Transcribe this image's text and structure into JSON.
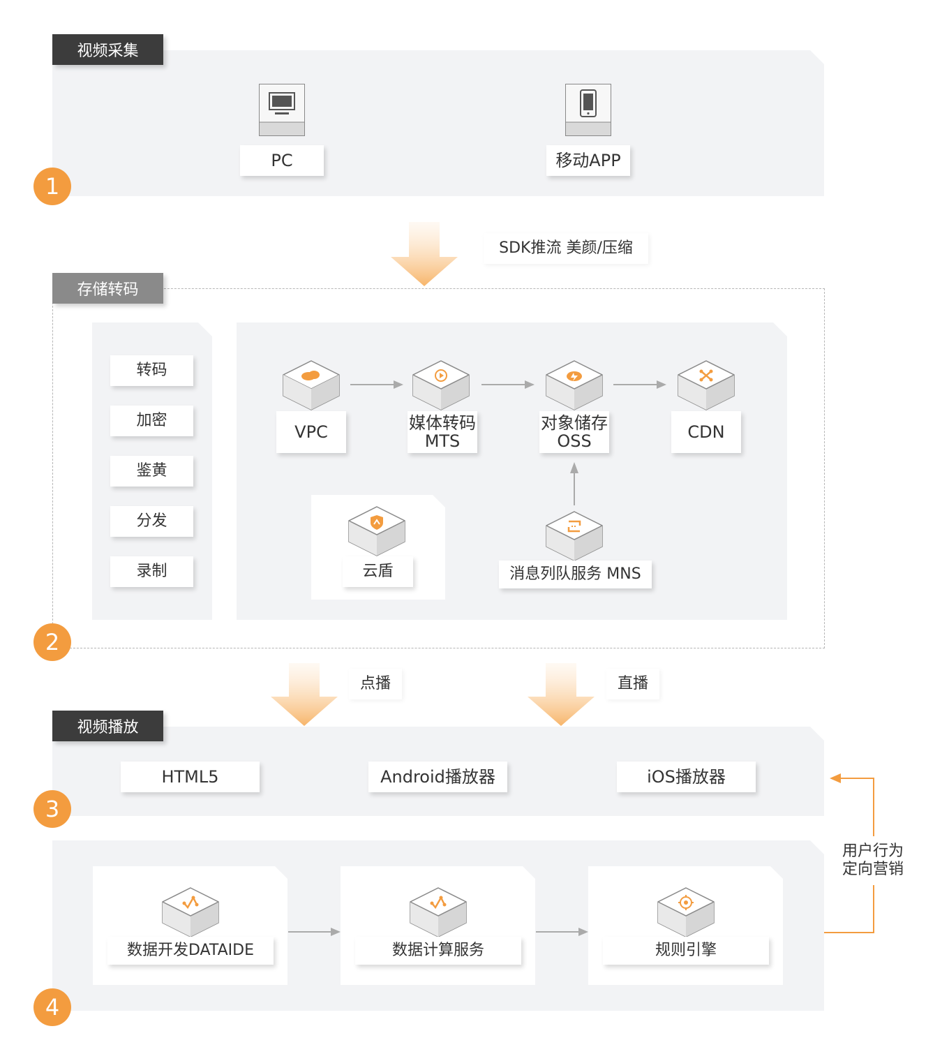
{
  "sections": {
    "s1": {
      "tag": "视频采集",
      "num": "1"
    },
    "s2": {
      "tag": "存储转码",
      "num": "2"
    },
    "s3": {
      "tag": "视频播放",
      "num": "3"
    },
    "s4": {
      "num": "4"
    }
  },
  "capture": {
    "pc": "PC",
    "mobile": "移动APP"
  },
  "flow_label_1": "SDK推流 美颜/压缩",
  "features": [
    "转码",
    "加密",
    "鉴黄",
    "分发",
    "录制"
  ],
  "pipeline": {
    "vpc": "VPC",
    "mts": [
      "媒体转码",
      "MTS"
    ],
    "oss": [
      "对象储存",
      "OSS"
    ],
    "cdn": "CDN",
    "shield": "云盾",
    "mns": "消息列队服务 MNS"
  },
  "play_modes": {
    "vod": "点播",
    "live": "直播"
  },
  "players": {
    "html5": "HTML5",
    "android": "Android播放器",
    "ios": "iOS播放器"
  },
  "analytics": {
    "dataide": "数据开发DATAIDE",
    "compute": "数据计算服务",
    "rules": "规则引擎"
  },
  "marketing": [
    "用户行为",
    "定向营销"
  ],
  "colors": {
    "accent": "#f39c3f",
    "panel": "#f2f3f5",
    "tag_dark": "#3c3c3c",
    "tag_light": "#8a8a8a"
  }
}
